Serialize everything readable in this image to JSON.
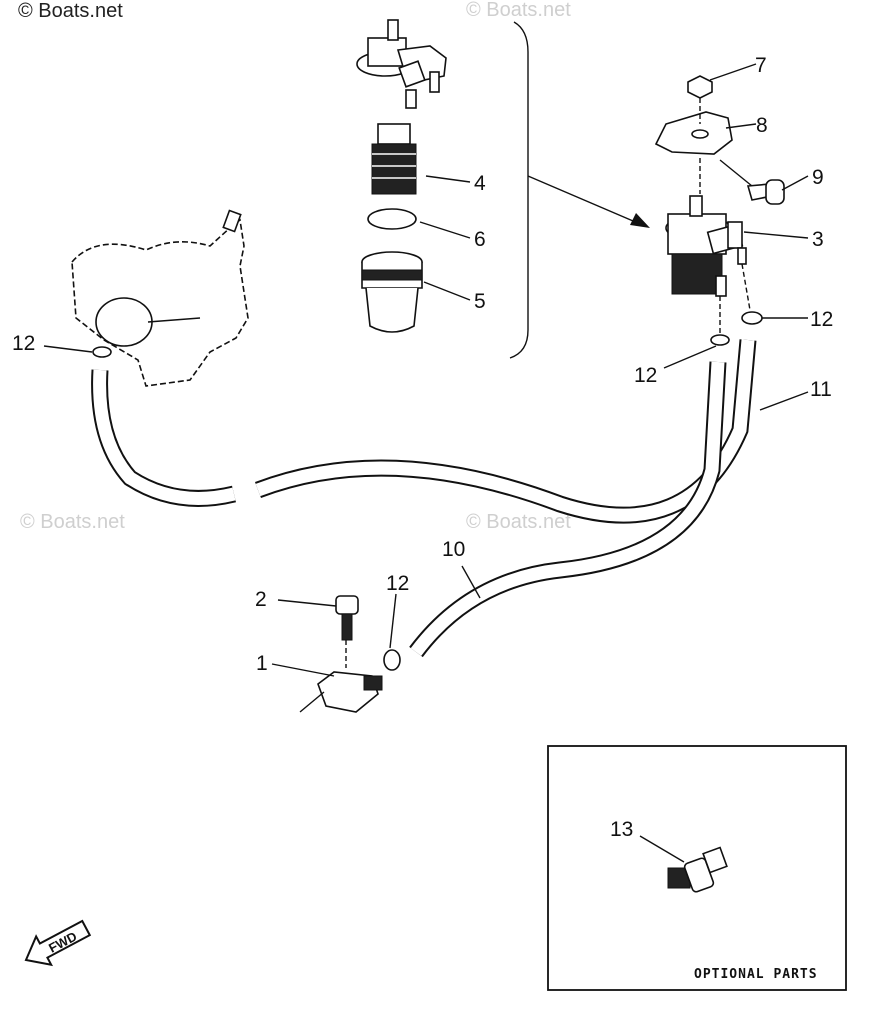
{
  "watermarks": {
    "top_left": "© Boats.net",
    "top_center": "© Boats.net",
    "mid_left": "© Boats.net",
    "mid_center": "© Boats.net"
  },
  "callouts": [
    {
      "id": "1",
      "text": "1"
    },
    {
      "id": "2",
      "text": "2"
    },
    {
      "id": "3",
      "text": "3"
    },
    {
      "id": "4",
      "text": "4"
    },
    {
      "id": "5",
      "text": "5"
    },
    {
      "id": "6",
      "text": "6"
    },
    {
      "id": "7",
      "text": "7"
    },
    {
      "id": "8",
      "text": "8"
    },
    {
      "id": "9",
      "text": "9"
    },
    {
      "id": "10",
      "text": "10"
    },
    {
      "id": "11",
      "text": "11"
    },
    {
      "id": "12a",
      "text": "12"
    },
    {
      "id": "12b",
      "text": "12"
    },
    {
      "id": "12c",
      "text": "12"
    },
    {
      "id": "12d",
      "text": "12"
    },
    {
      "id": "13",
      "text": "13"
    }
  ],
  "optional_box": {
    "label": "OPTIONAL PARTS"
  },
  "fwd_arrow": {
    "label": "FWD"
  }
}
